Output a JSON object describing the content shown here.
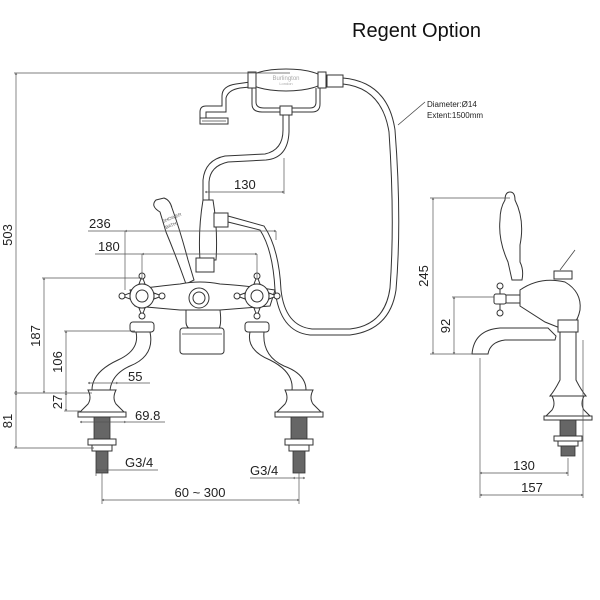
{
  "title": "Regent Option",
  "handset": {
    "brand": "Burlington",
    "sub": "London"
  },
  "lever_label": {
    "line1": "SHOWER",
    "line2": "BATH"
  },
  "hose_note": {
    "diameter": "Diameter:Ø14",
    "extent": "Extent:1500mm"
  },
  "front_view": {
    "dims": {
      "overall_height": "503",
      "base_height": "81",
      "handle_height": "187",
      "spout_height": "106",
      "collar_height": "27",
      "pipe_width": "55",
      "flange_width": "69.8",
      "thread_left": "G3/4",
      "thread_right": "G3/4",
      "centres": "60 ~ 300",
      "overall_width": "236",
      "handle_spacing": "180",
      "handset_reach": "130"
    }
  },
  "side_view": {
    "dims": {
      "height": "245",
      "handle_height": "92",
      "spout_reach": "130",
      "depth": "157"
    }
  }
}
